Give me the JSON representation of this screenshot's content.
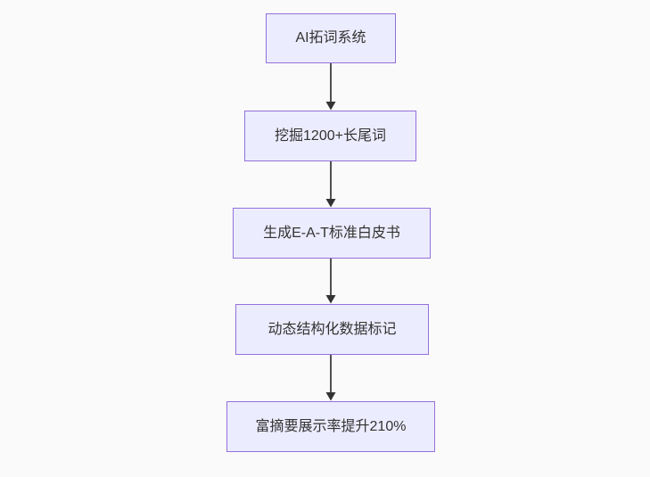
{
  "diagram": {
    "type": "flowchart",
    "direction": "top-down",
    "nodes": [
      {
        "id": "node-1",
        "label": "AI拓词系统"
      },
      {
        "id": "node-2",
        "label": "挖掘1200+长尾词"
      },
      {
        "id": "node-3",
        "label": "生成E-A-T标准白皮书"
      },
      {
        "id": "node-4",
        "label": "动态结构化数据标记"
      },
      {
        "id": "node-5",
        "label": "富摘要展示率提升210%"
      }
    ],
    "edges": [
      {
        "from": "node-1",
        "to": "node-2",
        "style": "arrow-down"
      },
      {
        "from": "node-2",
        "to": "node-3",
        "style": "arrow-down"
      },
      {
        "from": "node-3",
        "to": "node-4",
        "style": "arrow-down"
      },
      {
        "from": "node-4",
        "to": "node-5",
        "style": "arrow-down"
      }
    ],
    "colors": {
      "background": "#fafafa",
      "node_fill": "#ECECFF",
      "node_border": "#9370DB",
      "node_text": "#333333",
      "arrow": "#333333"
    }
  }
}
